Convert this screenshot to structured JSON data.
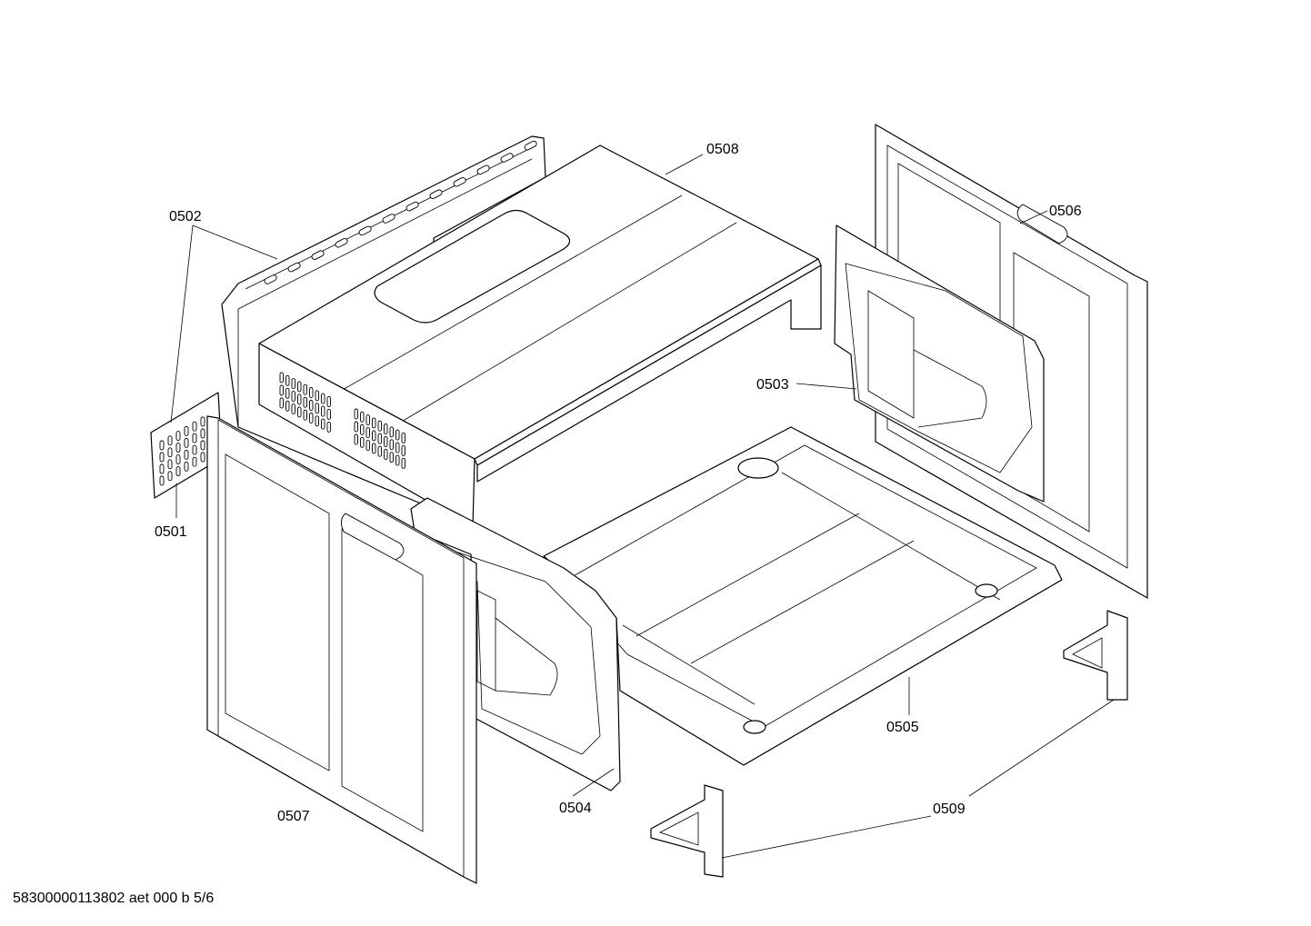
{
  "parts": [
    {
      "id": "0501",
      "label": "0501"
    },
    {
      "id": "0502",
      "label": "0502"
    },
    {
      "id": "0503",
      "label": "0503"
    },
    {
      "id": "0504",
      "label": "0504"
    },
    {
      "id": "0505",
      "label": "0505"
    },
    {
      "id": "0506",
      "label": "0506"
    },
    {
      "id": "0507",
      "label": "0507"
    },
    {
      "id": "0508",
      "label": "0508"
    },
    {
      "id": "0509",
      "label": "0509"
    }
  ],
  "footer": {
    "document_code": "58300000113802 aet 000 b 5/6"
  }
}
